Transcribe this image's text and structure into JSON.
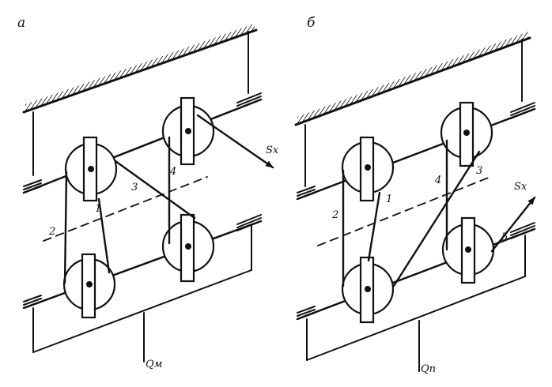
{
  "panels": [
    {
      "id": "a",
      "panel_label": "a",
      "rope_numbers": [
        "1",
        "2",
        "3",
        "4"
      ],
      "free_end_force": "Sx",
      "load": "Qм"
    },
    {
      "id": "b",
      "panel_label": "б",
      "rope_numbers": [
        "1",
        "2",
        "3",
        "4",
        "5"
      ],
      "free_end_force": "Sx",
      "load": "Qп"
    }
  ],
  "colors": {
    "ink": "#111111",
    "background": "#ffffff"
  }
}
